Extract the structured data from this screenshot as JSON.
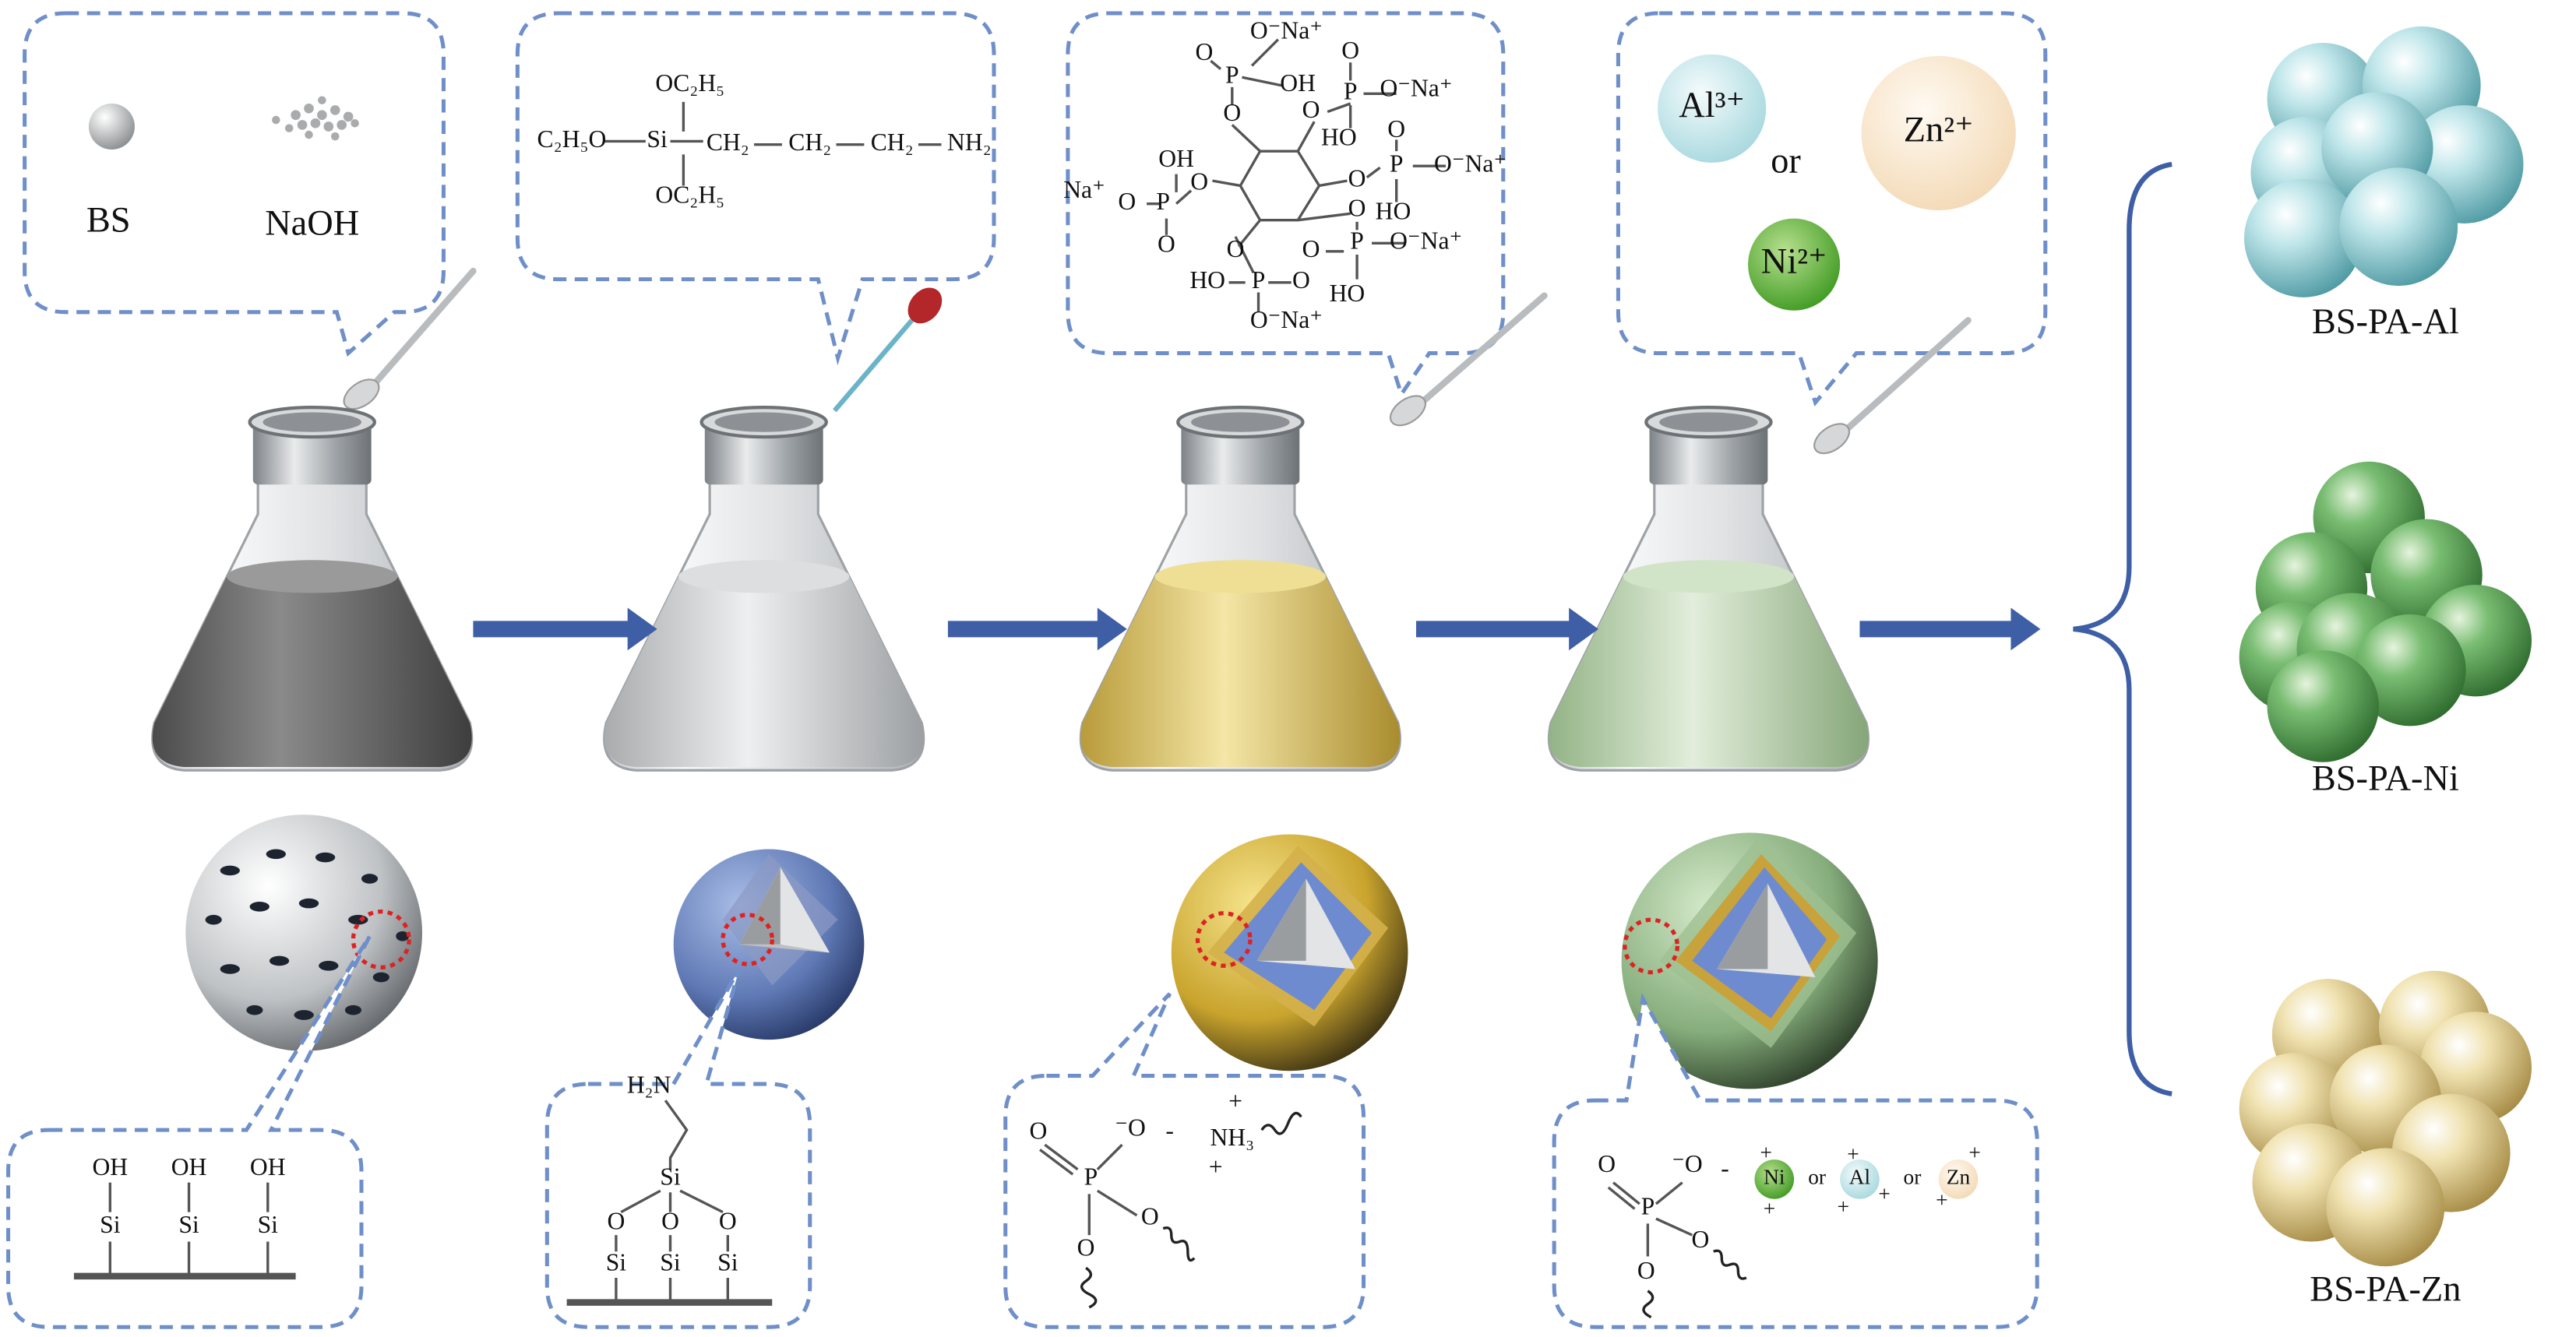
{
  "step1": {
    "bs_label": "BS",
    "naoh_label": "NaOH"
  },
  "step2": {
    "silane": {
      "oc2h5_top": "OC₂H₅",
      "c2h5o": "C₂H₅O",
      "si": "Si",
      "ch2_1": "CH₂",
      "ch2_2": "CH₂",
      "ch2_3": "CH₂",
      "nh2": "NH₂",
      "oc2h5_bottom": "OC₂H₅"
    }
  },
  "step3": {
    "phytate_labels": [
      "O⁻Na⁺",
      "O",
      "P",
      "OH",
      "O",
      "O",
      "P",
      "O⁻Na⁺",
      "O",
      "HO",
      "O",
      "O",
      "P",
      "O⁻Na⁺",
      "HO",
      "O",
      "P",
      "O⁻Na⁺",
      "O",
      "HO",
      "OH",
      "O",
      "Na⁺",
      "O",
      "P",
      "O",
      "O",
      "HO",
      "P",
      "O",
      "O⁻Na⁺"
    ]
  },
  "step4": {
    "al": "Al³⁺",
    "zn": "Zn²⁺",
    "ni": "Ni²⁺",
    "or": "or"
  },
  "bottom": {
    "box1": {
      "oh": "OH",
      "si": "Si"
    },
    "box2": {
      "h2n": "H₂N",
      "si_top": "Si",
      "o": "O",
      "si": "Si"
    },
    "box3": {
      "o_double": "O",
      "o_minus": "⁻O",
      "dash": "-",
      "nh3": "NH₃",
      "plus": "+",
      "p": "P",
      "o": "O"
    },
    "box4": {
      "o_double": "O",
      "o_minus": "⁻O",
      "dash": "-",
      "ni": "Ni",
      "or": "or",
      "al": "Al",
      "zn": "Zn",
      "plus": "+",
      "p": "P",
      "o": "O"
    }
  },
  "products": [
    {
      "label": "BS-PA-Al",
      "color": "#9fd6dc"
    },
    {
      "label": "BS-PA-Ni",
      "color": "#5faa5c"
    },
    {
      "label": "BS-PA-Zn",
      "color": "#e8d49a"
    }
  ],
  "colors": {
    "dash": "#6f8fc9",
    "arrow": "#3e5ea6",
    "liquid1": "#6b6b6b",
    "liquid2": "#c9cbcc",
    "liquid3": "#d9c169",
    "liquid4": "#b7d2a8"
  }
}
